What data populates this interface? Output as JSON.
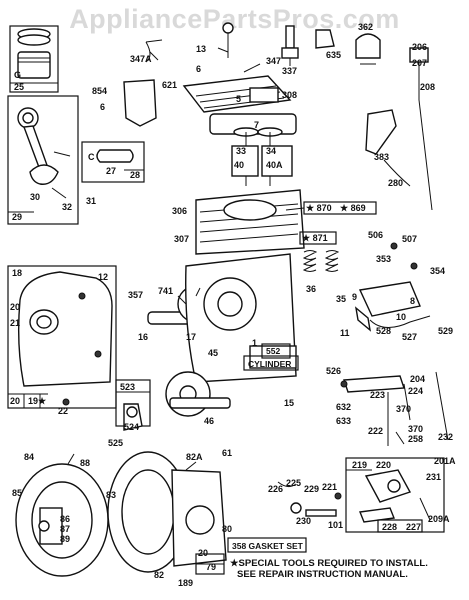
{
  "watermark": "AppliancePartsPros.com",
  "notes": {
    "special_tools_line1": "★SPECIAL TOOLS REQUIRED TO INSTALL.",
    "special_tools_line2": "SEE REPAIR INSTRUCTION MANUAL."
  },
  "boxed_labels": {
    "gasket_set": "358 GASKET SET",
    "cylinder": "CYLINDER",
    "cylinder_num": "552",
    "cylinder_id": "1"
  },
  "parts": {
    "p1": "1",
    "p5": "5",
    "p6": "6",
    "p7": "7",
    "p8": "8",
    "p9": "9",
    "p10": "10",
    "p11": "11",
    "p12": "12",
    "p13": "13",
    "p15": "15",
    "p16": "16",
    "p17": "17",
    "p18": "18",
    "p19": "19★",
    "p20": "20",
    "p20b": "20",
    "p20c": "20",
    "p21": "21",
    "p22": "22",
    "p25": "25",
    "p27": "27",
    "p28": "28",
    "p29": "29",
    "p30": "30",
    "p31": "31",
    "p32": "32",
    "p33": "33",
    "p34": "34",
    "p35": "35",
    "p36": "36",
    "p40": "40",
    "p40a": "40A",
    "p45": "45",
    "p46": "46",
    "p61": "61",
    "p79": "79",
    "p80": "80",
    "p82": "82",
    "p82a": "82A",
    "p83": "83",
    "p84": "84",
    "p85": "85",
    "p86": "86",
    "p87": "87",
    "p88": "88",
    "p89": "89",
    "p101": "101",
    "p189": "189",
    "p201a": "201A",
    "p204": "204",
    "p206": "206",
    "p207": "207",
    "p208": "208",
    "p209a": "209A",
    "p219": "219",
    "p220": "220",
    "p221": "221",
    "p222": "222",
    "p223": "223",
    "p224": "224",
    "p225": "225",
    "p226": "226",
    "p227": "227",
    "p228": "228",
    "p229": "229",
    "p230": "230",
    "p231": "231",
    "p232": "232",
    "p258": "258",
    "p280": "280",
    "p306": "306",
    "p307": "307",
    "p308": "308",
    "p337": "337",
    "p347": "347",
    "p347a": "347A",
    "p353": "353",
    "p354": "354",
    "p357": "357",
    "p362": "362",
    "p370": "370",
    "p370b": "370",
    "p383": "383",
    "p506": "506",
    "p507": "507",
    "p523": "523",
    "p524": "524",
    "p525": "525",
    "p526": "526",
    "p527": "527",
    "p528": "528",
    "p529": "529",
    "p621": "621",
    "p632": "632",
    "p633": "633",
    "p635": "635",
    "p741": "741",
    "p854": "854",
    "p869": "★ 869",
    "p870": "★ 870",
    "p871": "★ 871",
    "pG": "G"
  }
}
